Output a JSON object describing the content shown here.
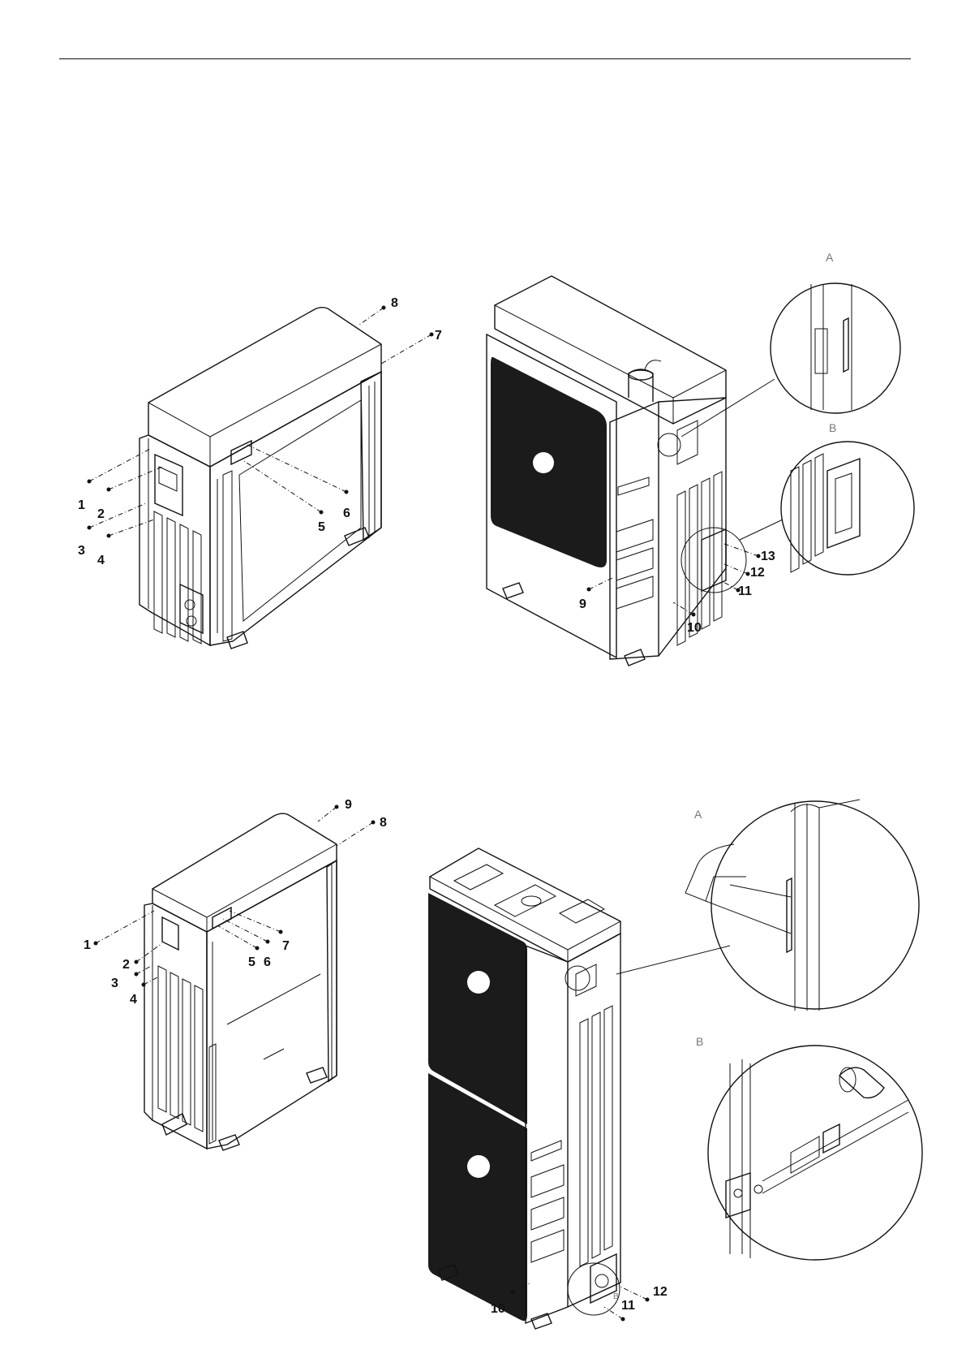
{
  "top_figure": {
    "callouts": [
      "1",
      "2",
      "3",
      "4",
      "5",
      "6",
      "7",
      "8",
      "9",
      "10",
      "11",
      "12",
      "13"
    ],
    "detail_labels": [
      "A",
      "B"
    ]
  },
  "bottom_figure": {
    "callouts": [
      "1",
      "2",
      "3",
      "4",
      "5",
      "6",
      "7",
      "8",
      "9",
      "10",
      "11",
      "12"
    ],
    "detail_labels": [
      "A",
      "B"
    ],
    "small_detail_mark": "B"
  }
}
